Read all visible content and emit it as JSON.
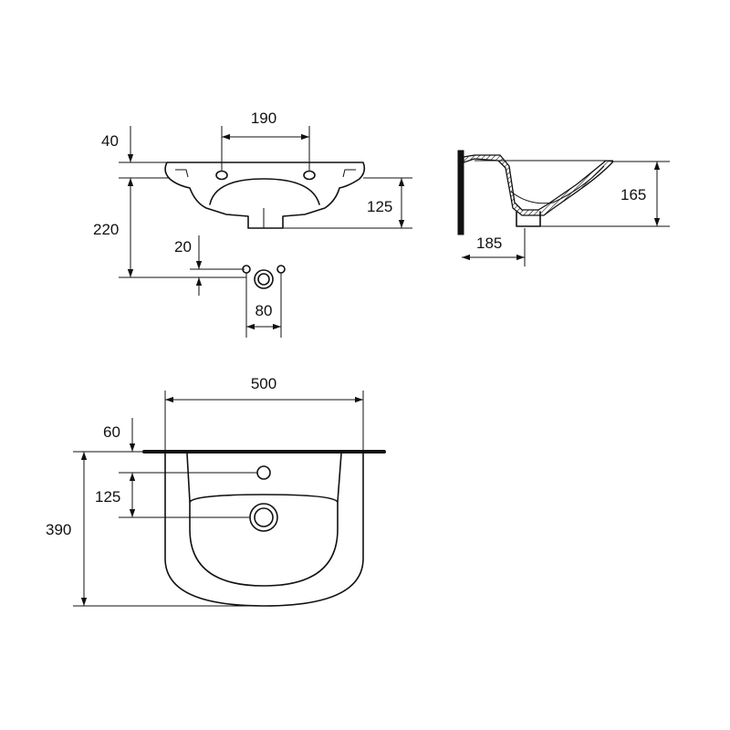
{
  "front_view": {
    "dim_top_width": "190",
    "dim_rim_height": "40",
    "dim_overall_height": "220",
    "dim_drain_height": "125",
    "dim_bracket_offset": "20",
    "dim_bracket_spacing": "80"
  },
  "side_view": {
    "dim_depth": "165",
    "dim_drain_distance": "185"
  },
  "top_view": {
    "dim_width": "500",
    "dim_tap_offset": "60",
    "dim_tap_to_drain": "125",
    "dim_projection": "390"
  },
  "colors": {
    "line": "#111111",
    "background": "#ffffff"
  }
}
